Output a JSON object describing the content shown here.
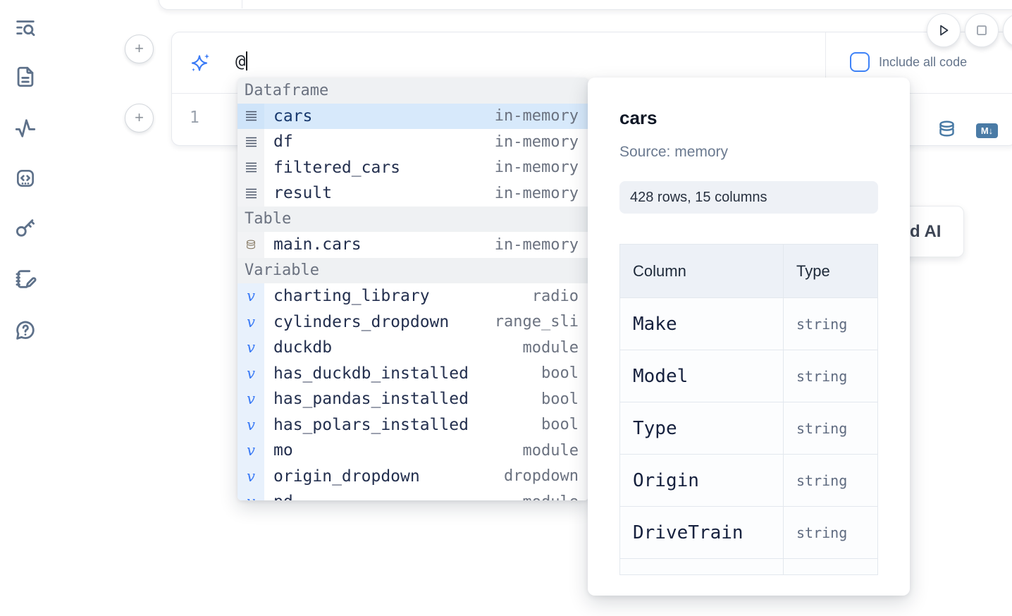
{
  "colors": {
    "accent_blue": "#3b82f6",
    "steel_blue": "#4a7ba6",
    "selection_highlight": "#d7e9fb",
    "muted_text": "#6b7280"
  },
  "sidebar": {
    "items": [
      {
        "icon": "table-of-contents-search-icon"
      },
      {
        "icon": "file-document-icon"
      },
      {
        "icon": "activity-icon"
      },
      {
        "icon": "code-snippet-icon"
      },
      {
        "icon": "key-icon"
      },
      {
        "icon": "scratchpad-notebook-icon"
      },
      {
        "icon": "help-chat-icon"
      }
    ]
  },
  "cell": {
    "add_above_label": "+",
    "add_below_label": "+",
    "prompt_value": "@",
    "include_all_code_label": "Include all code",
    "line_number": "1",
    "markdown_badge_label": "M↓"
  },
  "autocomplete": {
    "sections": [
      {
        "label": "Dataframe",
        "items": [
          {
            "name": "cars",
            "type": "in-memory",
            "selected": true
          },
          {
            "name": "df",
            "type": "in-memory"
          },
          {
            "name": "filtered_cars",
            "type": "in-memory"
          },
          {
            "name": "result",
            "type": "in-memory"
          }
        ]
      },
      {
        "label": "Table",
        "items": [
          {
            "name": "main.cars",
            "type": "in-memory"
          }
        ]
      },
      {
        "label": "Variable",
        "items": [
          {
            "name": "charting_library",
            "type": "radio"
          },
          {
            "name": "cylinders_dropdown",
            "type": "range_sli"
          },
          {
            "name": "duckdb",
            "type": "module"
          },
          {
            "name": "has_duckdb_installed",
            "type": "bool"
          },
          {
            "name": "has_pandas_installed",
            "type": "bool"
          },
          {
            "name": "has_polars_installed",
            "type": "bool"
          },
          {
            "name": "mo",
            "type": "module"
          },
          {
            "name": "origin_dropdown",
            "type": "dropdown"
          },
          {
            "name": "pd",
            "type": "module"
          }
        ]
      }
    ]
  },
  "preview": {
    "title": "cars",
    "source": "Source: memory",
    "summary": "428 rows, 15 columns",
    "table": {
      "headers": {
        "column": "Column",
        "type": "Type"
      },
      "rows": [
        {
          "column": "Make",
          "type": "string"
        },
        {
          "column": "Model",
          "type": "string"
        },
        {
          "column": "Type",
          "type": "string"
        },
        {
          "column": "Origin",
          "type": "string"
        },
        {
          "column": "DriveTrain",
          "type": "string"
        },
        {
          "column": "",
          "type": ""
        }
      ]
    }
  },
  "ai_badge": {
    "label": "d AI"
  }
}
